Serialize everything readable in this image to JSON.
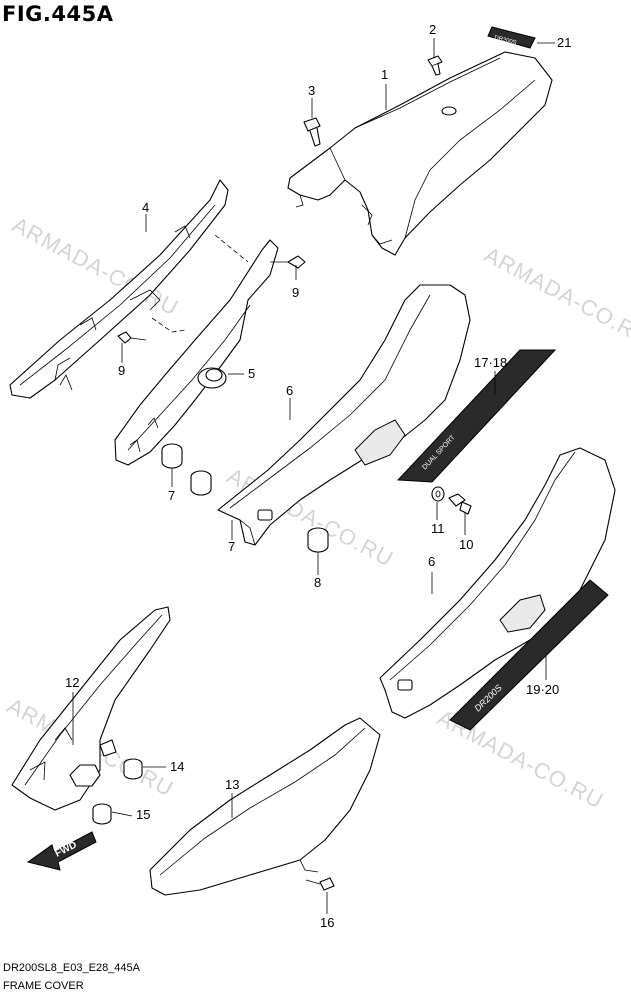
{
  "figure": {
    "title": "FIG.445A",
    "code": "DR200SL8_E03_E28_445A",
    "caption": "FRAME COVER"
  },
  "watermark": "ARMADA-CO.RU",
  "callouts": {
    "p1": "1",
    "p2": "2",
    "p3": "3",
    "p4": "4",
    "p5": "5",
    "p6a": "6",
    "p6b": "6",
    "p7a": "7",
    "p7b": "7",
    "p8": "8",
    "p9a": "9",
    "p9b": "9",
    "p10": "10",
    "p11": "11",
    "p12": "12",
    "p13": "13",
    "p14": "14",
    "p15": "15",
    "p16": "16",
    "p1718": "17·18",
    "p1920": "19·20",
    "p21": "21"
  },
  "decals": {
    "emblem_21": "DR200S",
    "decal_1718": "DUAL SPORT",
    "decal_1920": "DR200S"
  },
  "fwd_label": "FWD"
}
